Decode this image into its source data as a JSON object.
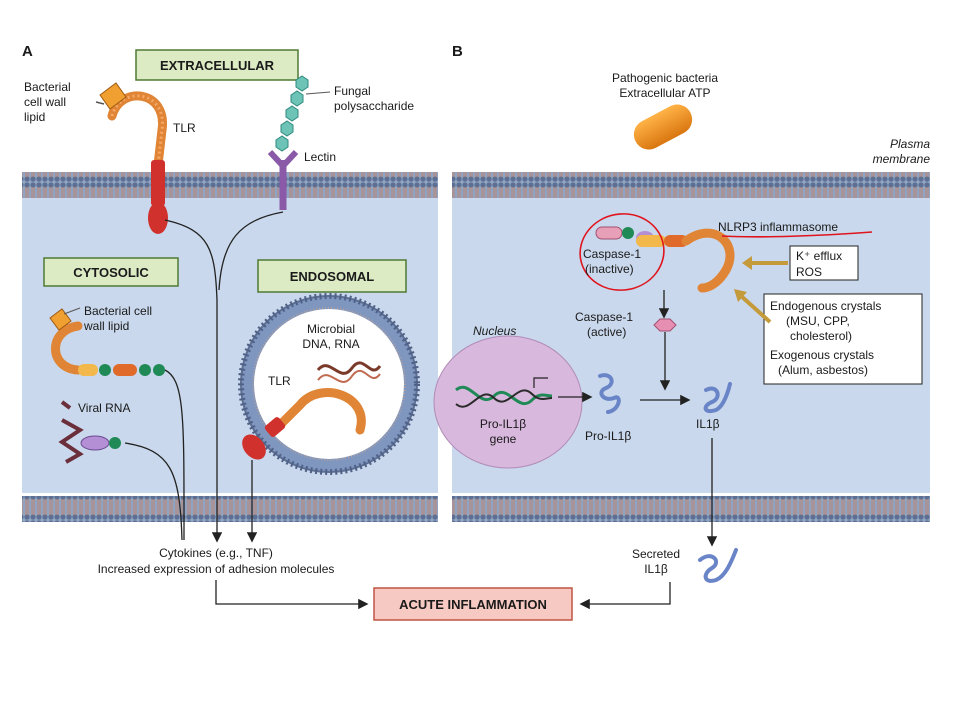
{
  "panel_a": {
    "letter": "A",
    "extracellular": "EXTRACELLULAR",
    "cytosolic": "CYTOSOLIC",
    "endosomal": "ENDOSOMAL",
    "bacterial_lipid_1": "Bacterial",
    "bacterial_lipid_2": "cell wall",
    "bacterial_lipid_3": "lipid",
    "tlr_outer": "TLR",
    "fungal_1": "Fungal",
    "fungal_2": "polysaccharide",
    "lectin": "Lectin",
    "cyto_lipid_1": "Bacterial cell",
    "cyto_lipid_2": "wall lipid",
    "viral_rna": "Viral RNA",
    "microbial_1": "Microbial",
    "microbial_2": "DNA, RNA",
    "tlr_endo": "TLR",
    "cytokines_1": "Cytokines (e.g., TNF)",
    "cytokines_2": "Increased expression of adhesion molecules"
  },
  "panel_b": {
    "letter": "B",
    "pathogenic_1": "Pathogenic bacteria",
    "pathogenic_2": "Extracellular ATP",
    "plasma_1": "Plasma",
    "plasma_2": "membrane",
    "nlrp3": "NLRP3 inflammasome",
    "caspase_inactive_1": "Caspase-1",
    "caspase_inactive_2": "(inactive)",
    "k_efflux": "K⁺ efflux",
    "ros": "ROS",
    "caspase_active_1": "Caspase-1",
    "caspase_active_2": "(active)",
    "endogenous": "Endogenous crystals",
    "msu": "(MSU, CPP,",
    "cholesterol": "cholesterol)",
    "exogenous": "Exogenous crystals",
    "alum": "(Alum, asbestos)",
    "nucleus": "Nucleus",
    "pro_gene_1": "Pro-IL1β",
    "pro_gene_2": "gene",
    "pro_il1b": "Pro-IL1β",
    "il1b": "IL1β",
    "secreted_1": "Secreted",
    "secreted_2": "IL1β"
  },
  "outcome": "ACUTE INFLAMMATION",
  "colors": {
    "membrane": "#9fb5d3",
    "cytoplasm": "#c5d6ea",
    "label_box": "#dcebc4",
    "outcome_box": "#f6c9c2",
    "receptor_red": "#d0312d",
    "receptor_orange": "#f08b32",
    "nucleus": "#d9b8dd",
    "annotation": "#e0141d"
  }
}
